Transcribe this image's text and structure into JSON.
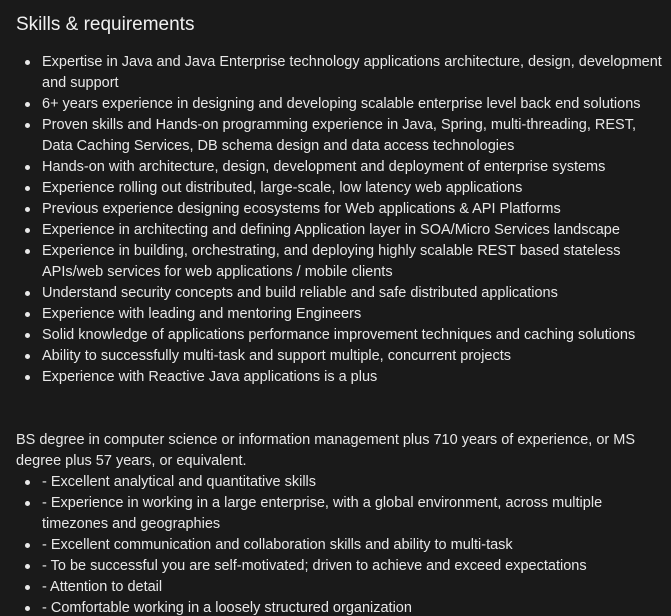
{
  "section": {
    "title": "Skills & requirements",
    "requirements": [
      "Expertise in Java and Java Enterprise technology applications architecture, design, development and support",
      "6+ years experience in designing and developing scalable enterprise level back end solutions",
      "Proven skills and Hands-on programming experience in Java, Spring, multi-threading, REST, Data Caching Services, DB schema design and data access technologies",
      "Hands-on with architecture, design, development and deployment of enterprise systems",
      "Experience rolling out distributed, large-scale, low latency web applications",
      "Previous experience designing ecosystems for Web applications & API Platforms",
      "Experience in architecting and defining Application layer in SOA/Micro Services landscape",
      "Experience in building, orchestrating, and deploying highly scalable REST based stateless APIs/web services for web applications / mobile clients",
      "Understand security concepts and build reliable and safe distributed applications",
      "Experience with leading and mentoring Engineers",
      "Solid knowledge of applications performance improvement techniques and caching solutions",
      "Ability to successfully multi-task and support multiple, concurrent projects",
      "Experience with Reactive Java applications is a plus"
    ],
    "degree_text": "BS degree in computer science or information management plus 710 years of experience, or MS degree plus 57 years, or equivalent.",
    "qualities": [
      "- Excellent analytical and quantitative skills",
      "- Experience in working in a large enterprise, with a global environment, across multiple timezones and geographies",
      "- Excellent communication and collaboration skills and ability to multi-task",
      "- To be successful you are self-motivated; driven to achieve and exceed expectations",
      "- Attention to detail",
      "- Comfortable working in a loosely structured organization"
    ]
  }
}
